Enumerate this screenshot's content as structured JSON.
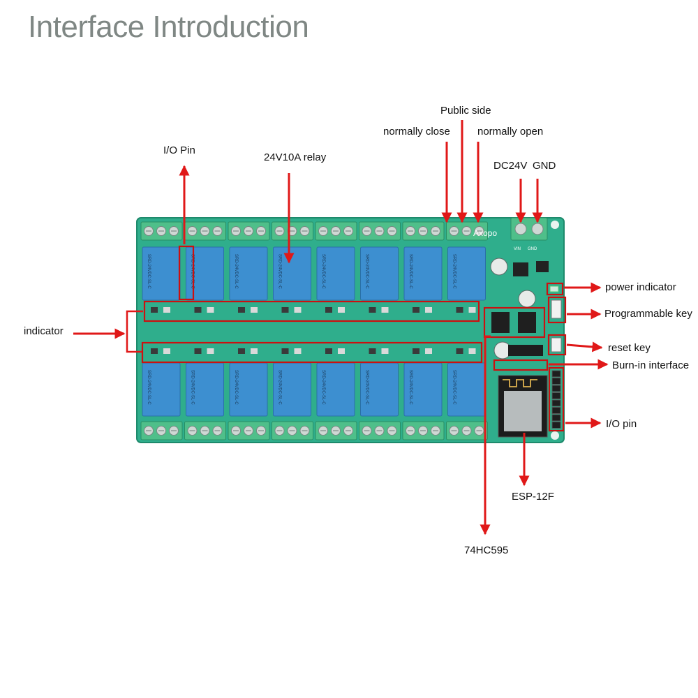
{
  "title": "Interface Introduction",
  "labels": {
    "public_side": "Public side",
    "normally_close": "normally close",
    "normally_open": "normally open",
    "io_pin_top": "I/O Pin",
    "relay": "24V10A relay",
    "dc24v": "DC24V",
    "gnd": "GND",
    "power_indicator": "power indicator",
    "programmable_key": "Programmable key",
    "indicator": "indicator",
    "reset_key": "reset key",
    "burn_in": "Burn-in interface",
    "io_pin_right": "I/O pin",
    "esp": "ESP-12F",
    "ic": "74HC595"
  },
  "board": {
    "brand": "Axopo",
    "relay_text": "SRD-24VDC-SL-C",
    "terminal_labels": [
      "VIN",
      "GND"
    ]
  },
  "colors": {
    "pcb": "#2fae8c",
    "relay": "#3d8fd0",
    "terminal": "#4fbf8a",
    "arrow": "#e01818",
    "title": "#7f8784"
  }
}
